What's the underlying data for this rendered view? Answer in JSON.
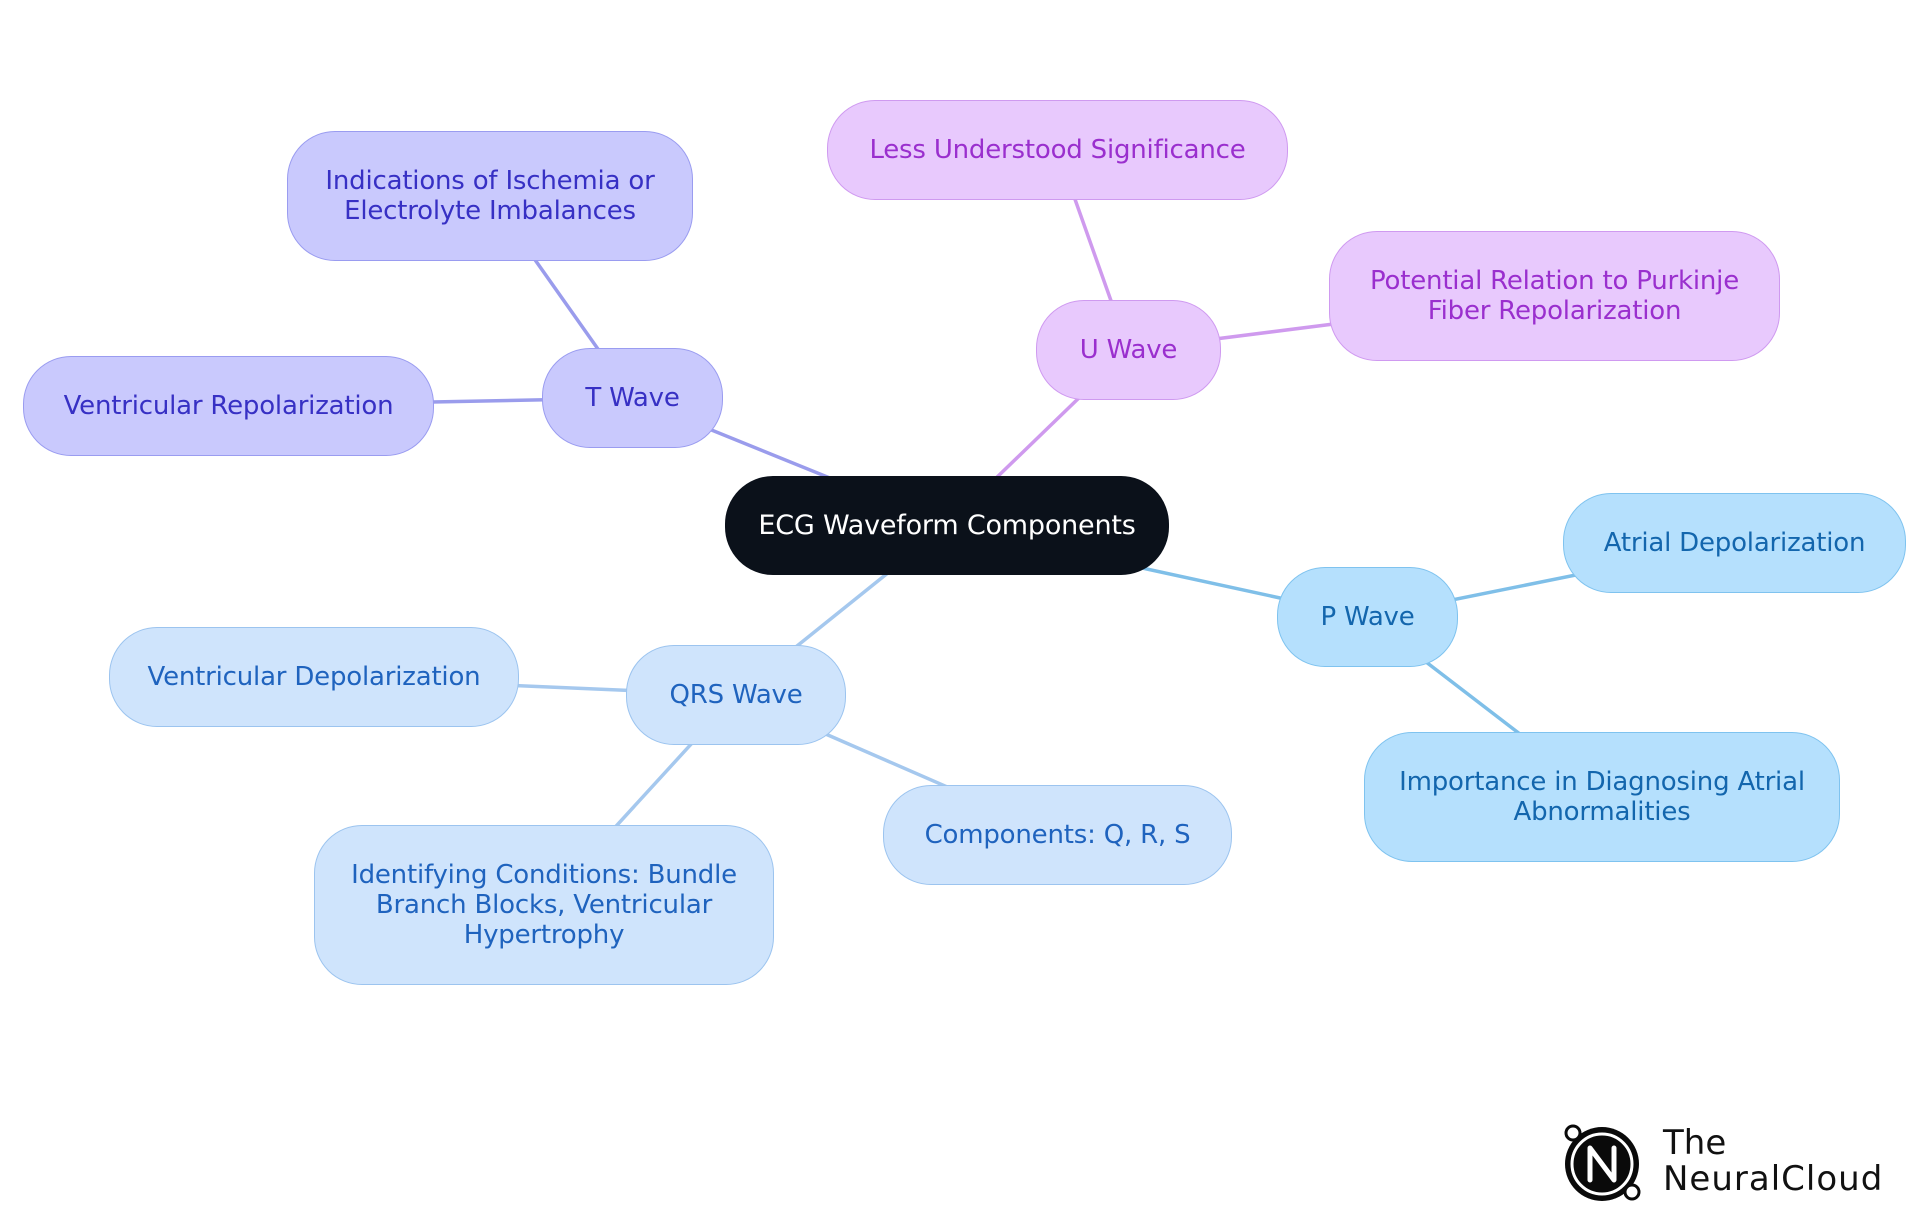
{
  "diagram": {
    "type": "mindmap",
    "root": {
      "id": "root",
      "label": "ECG Waveform Components",
      "fill": "#0b111a",
      "stroke": "#0b111a",
      "text_color": "#ffffff"
    },
    "branches": [
      {
        "id": "t-wave",
        "label": "T Wave",
        "fill": "#c9c9fd",
        "stroke": "#9a9cf0",
        "text_color": "#3730c4",
        "edge_color": "#9a9cec",
        "children": [
          {
            "id": "t-wave-child-ischemia",
            "label": "Indications of Ischemia or\nElectrolyte Imbalances"
          },
          {
            "id": "t-wave-child-repolarization",
            "label": "Ventricular Repolarization"
          }
        ]
      },
      {
        "id": "u-wave",
        "label": "U Wave",
        "fill": "#e8c9fd",
        "stroke": "#cf9af0",
        "text_color": "#9a2fce",
        "edge_color": "#cf9aee",
        "children": [
          {
            "id": "u-wave-child-significance",
            "label": "Less Understood Significance"
          },
          {
            "id": "u-wave-child-purkinje",
            "label": "Potential Relation to Purkinje\nFiber Repolarization"
          }
        ]
      },
      {
        "id": "p-wave",
        "label": "P Wave",
        "fill": "#b5e0fd",
        "stroke": "#7fc3ef",
        "text_color": "#1366ad",
        "edge_color": "#7fbfe8",
        "children": [
          {
            "id": "p-wave-child-atrial-depol",
            "label": "Atrial Depolarization"
          },
          {
            "id": "p-wave-child-diagnosing",
            "label": "Importance in Diagnosing Atrial\nAbnormalities"
          }
        ]
      },
      {
        "id": "qrs-wave",
        "label": "QRS Wave",
        "fill": "#cfe4fc",
        "stroke": "#9cc4ef",
        "text_color": "#1f63be",
        "edge_color": "#a5c8ee",
        "children": [
          {
            "id": "qrs-wave-child-ventricular-depol",
            "label": "Ventricular Depolarization"
          },
          {
            "id": "qrs-wave-child-components",
            "label": "Components: Q, R, S"
          },
          {
            "id": "qrs-wave-child-conditions",
            "label": "Identifying Conditions: Bundle\nBranch Blocks, Ventricular\nHypertrophy"
          }
        ]
      }
    ]
  },
  "logo": {
    "line1": "The",
    "line2": "NeuralCloud",
    "icon": "neuralcloud-n-logo-icon"
  }
}
